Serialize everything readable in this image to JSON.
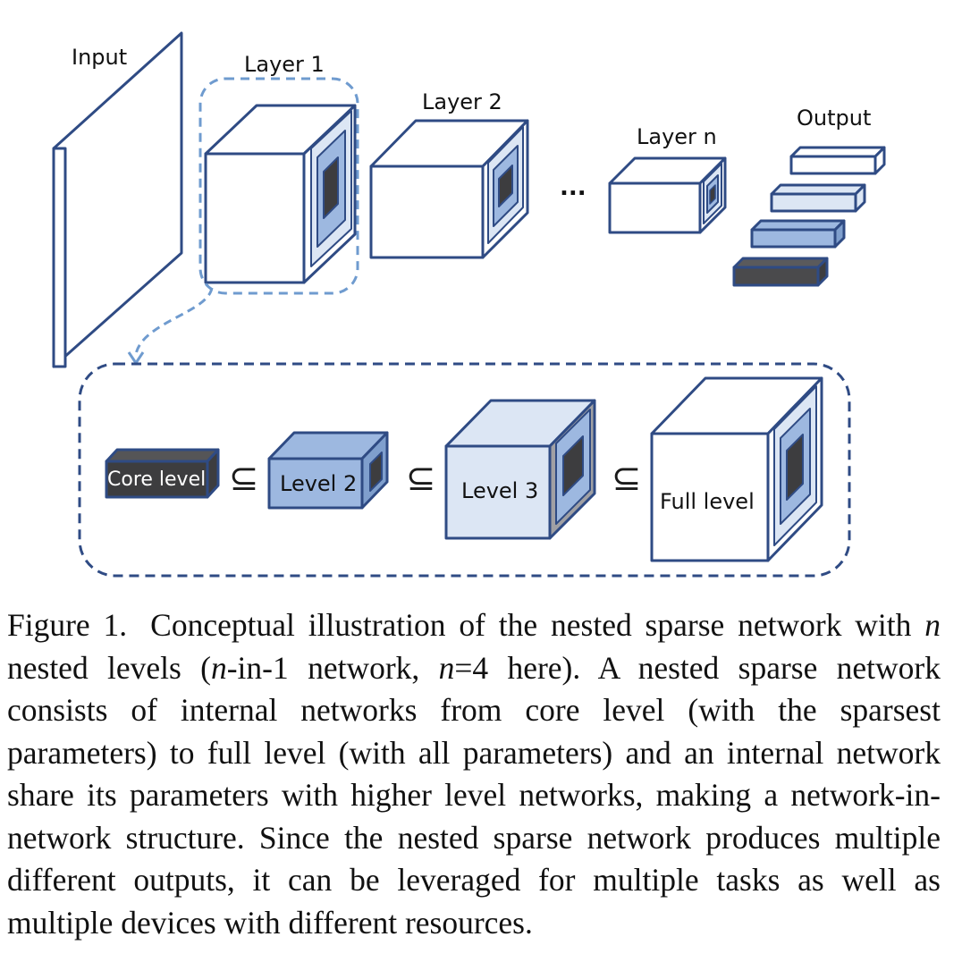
{
  "diagram": {
    "input_label": "Input",
    "layer1_label": "Layer 1",
    "layer2_label": "Layer 2",
    "layern_label": "Layer n",
    "output_label": "Output",
    "ellipsis": "...",
    "core_label": "Core level",
    "level2_label": "Level 2",
    "level3_label": "Level 3",
    "full_label": "Full level",
    "subset_symbol": "⊆",
    "colors": {
      "outline": "#2f4b84",
      "light": "#dce6f4",
      "mid": "#9db8e0",
      "dark": "#3d3d3f",
      "dash": "#6f9bcf"
    }
  },
  "caption": {
    "figure_label": "Figure 1.",
    "part1": "Conceptual illustration of the nested sparse network with ",
    "var1": "n",
    "part2": " nested levels (",
    "var2": "n",
    "part3": "-in-1 network, ",
    "var3": "n",
    "part4": "=4 here). A nested sparse network consists of internal networks from core level (with the sparsest parameters) to full level (with all parameters) and an internal network share its parameters with higher level networks, making a network-in-network structure. Since the nested sparse network produces multiple different outputs, it can be leveraged for multiple tasks as well as multiple devices with different resources."
  }
}
